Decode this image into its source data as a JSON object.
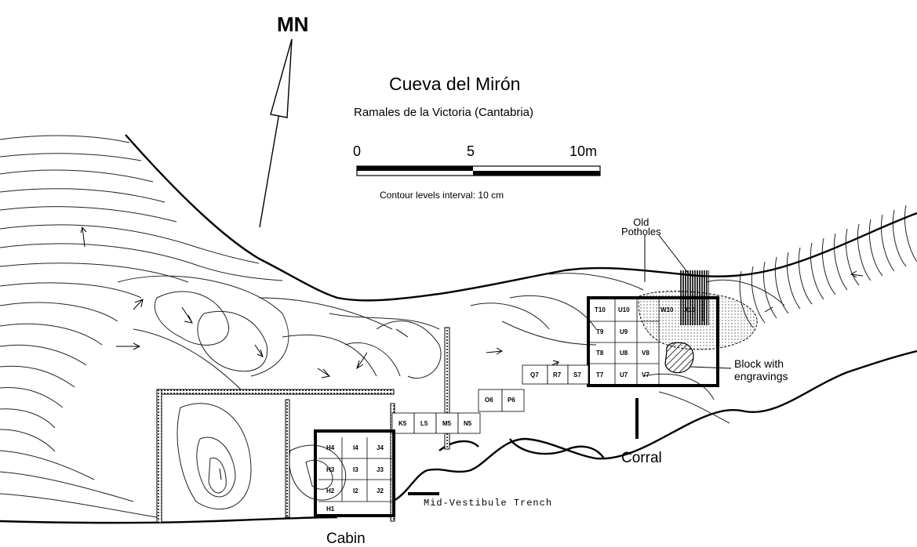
{
  "north_arrow": {
    "label": "MN"
  },
  "title": "Cueva del Mirón",
  "subtitle": "Ramales de la Victoria (Cantabria)",
  "scale_bar": {
    "labels": [
      "0",
      "5",
      "10m"
    ],
    "note": "Contour levels interval: 10 cm"
  },
  "annotations": {
    "old_potholes": [
      "Old",
      "Potholes"
    ],
    "block_with_engravings": [
      "Block with",
      "engravings"
    ],
    "corral": "Corral",
    "cabin": "Cabin",
    "trench": "Mid-Vestibule Trench"
  },
  "grid_squares": {
    "corral_area": [
      "T10",
      "U10",
      "W10",
      "X10",
      "T9",
      "U9",
      "T8",
      "U8",
      "V8",
      "T7",
      "U7",
      "V7"
    ],
    "trench_row": [
      "Q7",
      "R7",
      "S7",
      "O6",
      "P6",
      "K5",
      "L5",
      "M5",
      "N5"
    ],
    "cabin_area": [
      "H4",
      "I4",
      "J4",
      "H3",
      "I3",
      "J3",
      "H2",
      "I2",
      "J2",
      "H1"
    ]
  },
  "colors": {
    "ink": "#000000",
    "paper": "#ffffff"
  }
}
